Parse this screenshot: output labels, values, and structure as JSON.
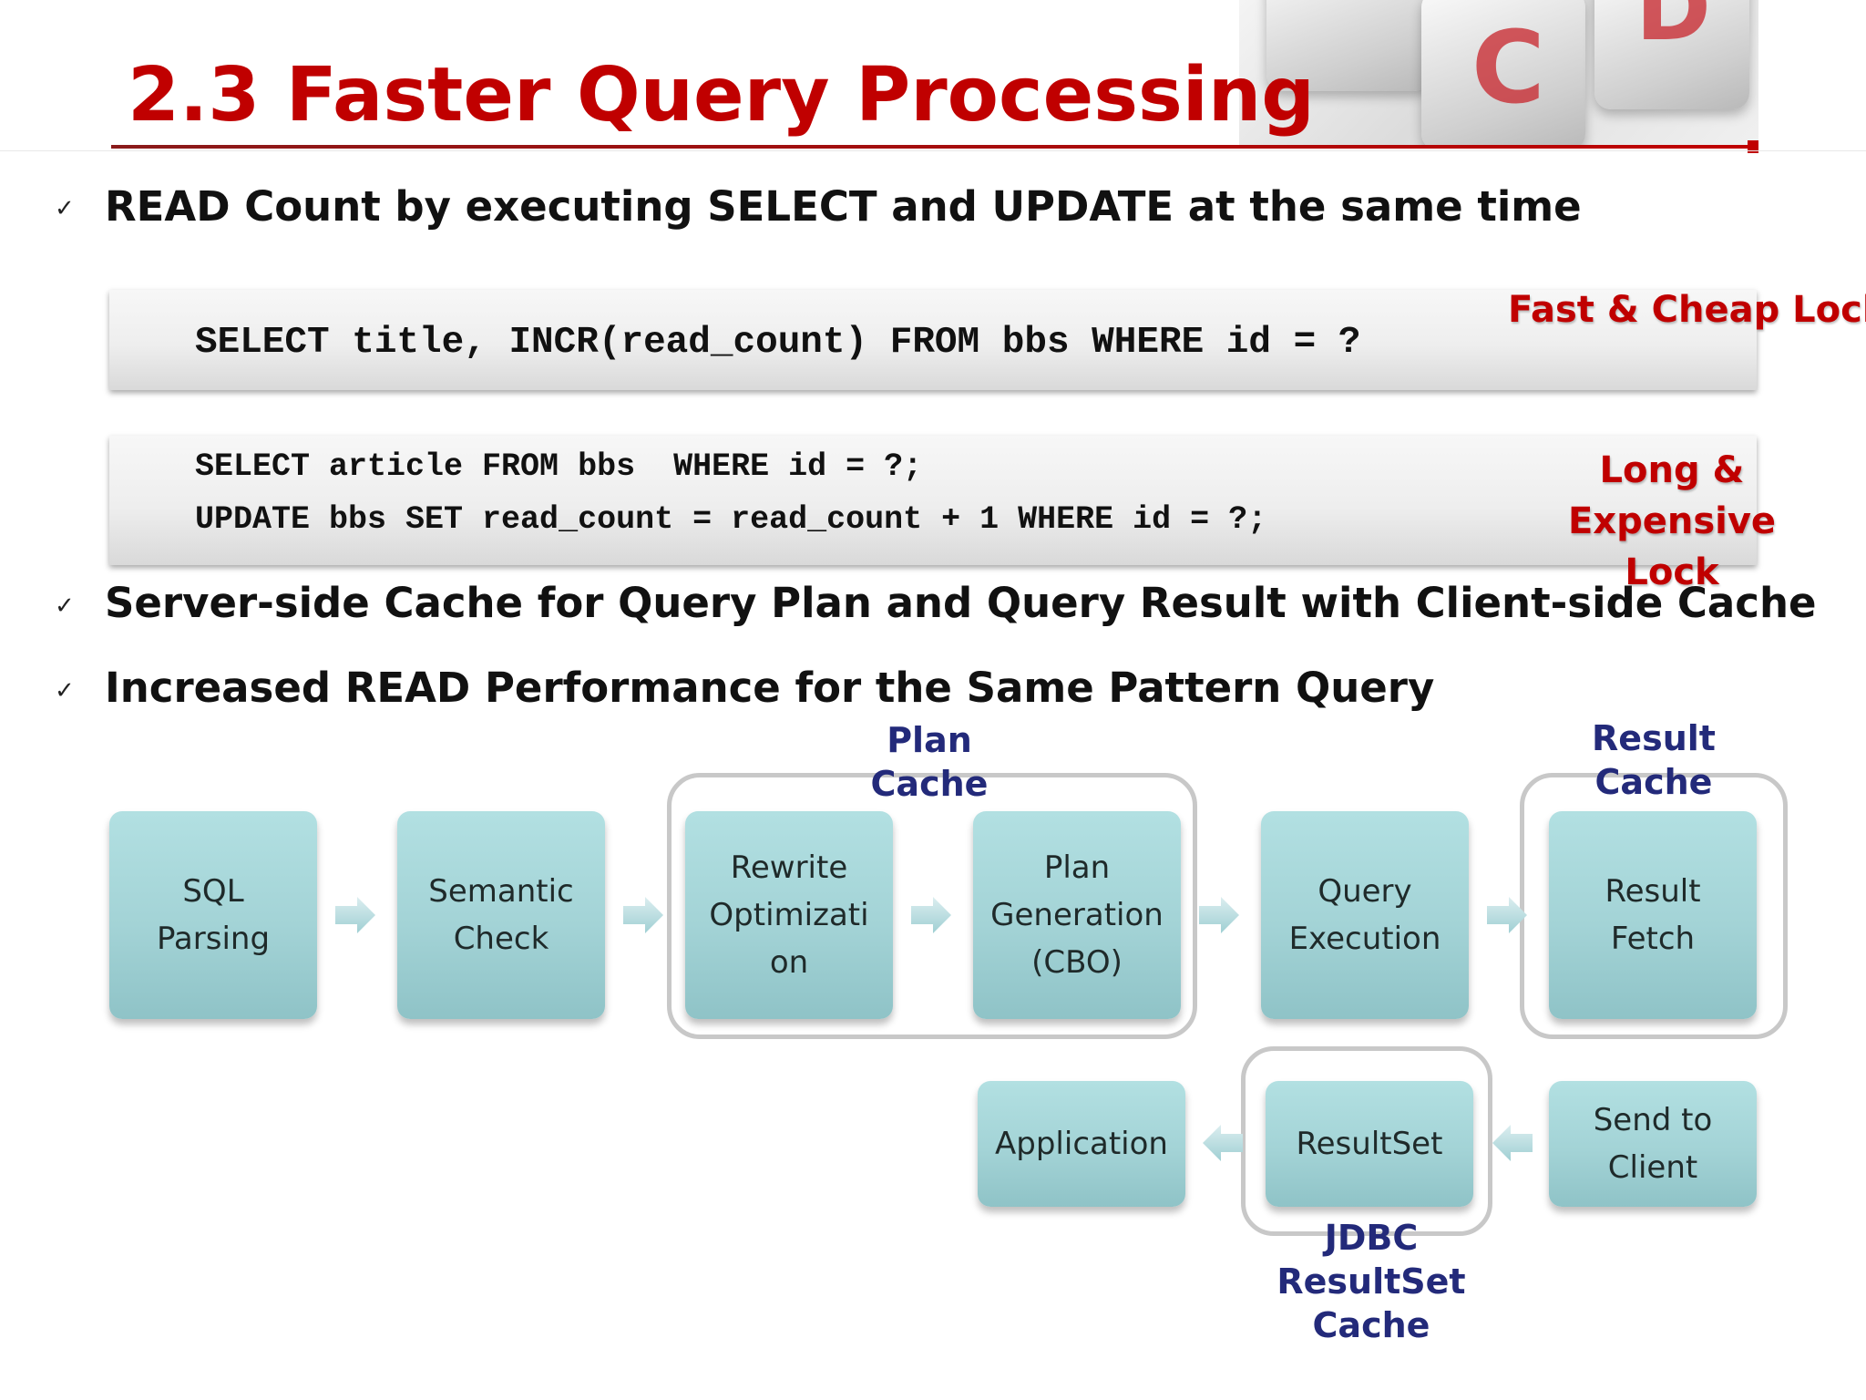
{
  "slide": {
    "title": "2.3 Faster Query Processing",
    "colors": {
      "title": "#c00000",
      "lock_label": "#c00000",
      "cache_label": "#232a7a",
      "node_fill": "#a3d3d6",
      "group_border": "#c8c8c8"
    }
  },
  "bullets": [
    {
      "icon": "checkmark-icon",
      "mark": "✓",
      "text": "READ Count by executing SELECT and UPDATE at the same time"
    },
    {
      "icon": "checkmark-icon",
      "mark": "✓",
      "text": "Server-side Cache for Query Plan and Query Result with Client-side Cache"
    },
    {
      "icon": "checkmark-icon",
      "mark": "✓",
      "text": "Increased READ Performance for the Same Pattern Query"
    }
  ],
  "code_fast": {
    "sql": "SELECT title, INCR(read_count) FROM bbs WHERE id = ?",
    "label": "Fast & Cheap Lock"
  },
  "code_slow": {
    "line1": "SELECT article FROM bbs  WHERE id = ?;",
    "line2": "UPDATE bbs SET read_count = read_count + 1 WHERE id = ?;",
    "label": "Long & Expensive\nLock"
  },
  "flow": {
    "nodes": {
      "sql_parsing": "SQL\nParsing",
      "semantic_check": "Semantic\nCheck",
      "rewrite": "Rewrite\nOptimizati\non",
      "plan_generation": "Plan\nGeneration\n(CBO)",
      "query_execution": "Query\nExecution",
      "result_fetch": "Result\nFetch",
      "send_to_client": "Send to\nClient",
      "resultset": "ResultSet",
      "application": "Application"
    },
    "cache_labels": {
      "plan": "Plan\nCache",
      "result": "Result\nCache",
      "jdbc": "JDBC\nResultSet\nCache"
    },
    "arrow_icon": "block-arrow-icon"
  }
}
